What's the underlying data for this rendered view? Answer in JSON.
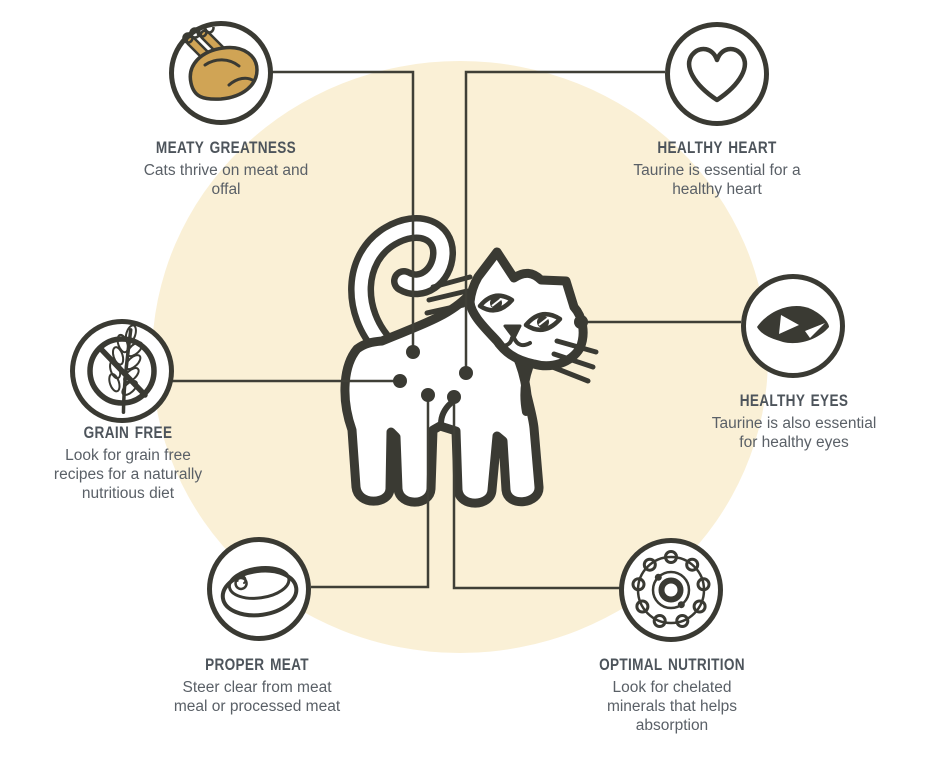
{
  "infographic": {
    "subject": "cat nutrition infographic",
    "center_figure": "cat-illustration",
    "colors": {
      "background": "#ffffff",
      "circle": "#faf0d6",
      "outline": "#3a3a33",
      "line": "#3f3f37",
      "heading": "#4d545b",
      "body_text": "#5a6067",
      "heart": "#d59494",
      "meat_pink": "#cf949c",
      "fat_cream": "#efe4c0",
      "turkey_tan": "#d0a455",
      "grain_yellow": "#e8d264",
      "atom_yellow": "#e8d264"
    },
    "items": [
      {
        "key": "meaty-greatness",
        "icon": "turkey-icon",
        "title": "MEATY GREATNESS",
        "lines": [
          "Cats thrive on meat and",
          "offal"
        ]
      },
      {
        "key": "healthy-heart",
        "icon": "heart-icon",
        "title": "HEALTHY HEART",
        "lines": [
          "Taurine is essential for a",
          "healthy heart"
        ]
      },
      {
        "key": "grain-free",
        "icon": "grain-free-icon",
        "title": "GRAIN FREE",
        "lines": [
          "Look for grain free",
          "recipes for a naturally",
          "nutritious diet"
        ]
      },
      {
        "key": "healthy-eyes",
        "icon": "eye-icon",
        "title": "HEALTHY EYES",
        "lines": [
          "Taurine is also essential",
          "for healthy eyes"
        ]
      },
      {
        "key": "proper-meat",
        "icon": "steak-icon",
        "title": "PROPER MEAT",
        "lines": [
          "Steer clear from meat",
          "meal or processed meat"
        ]
      },
      {
        "key": "optimal-nutrition",
        "icon": "atom-icon",
        "title": "OPTIMAL NUTRITION",
        "lines": [
          "Look for chelated",
          "minerals that helps",
          "absorption"
        ]
      }
    ]
  }
}
